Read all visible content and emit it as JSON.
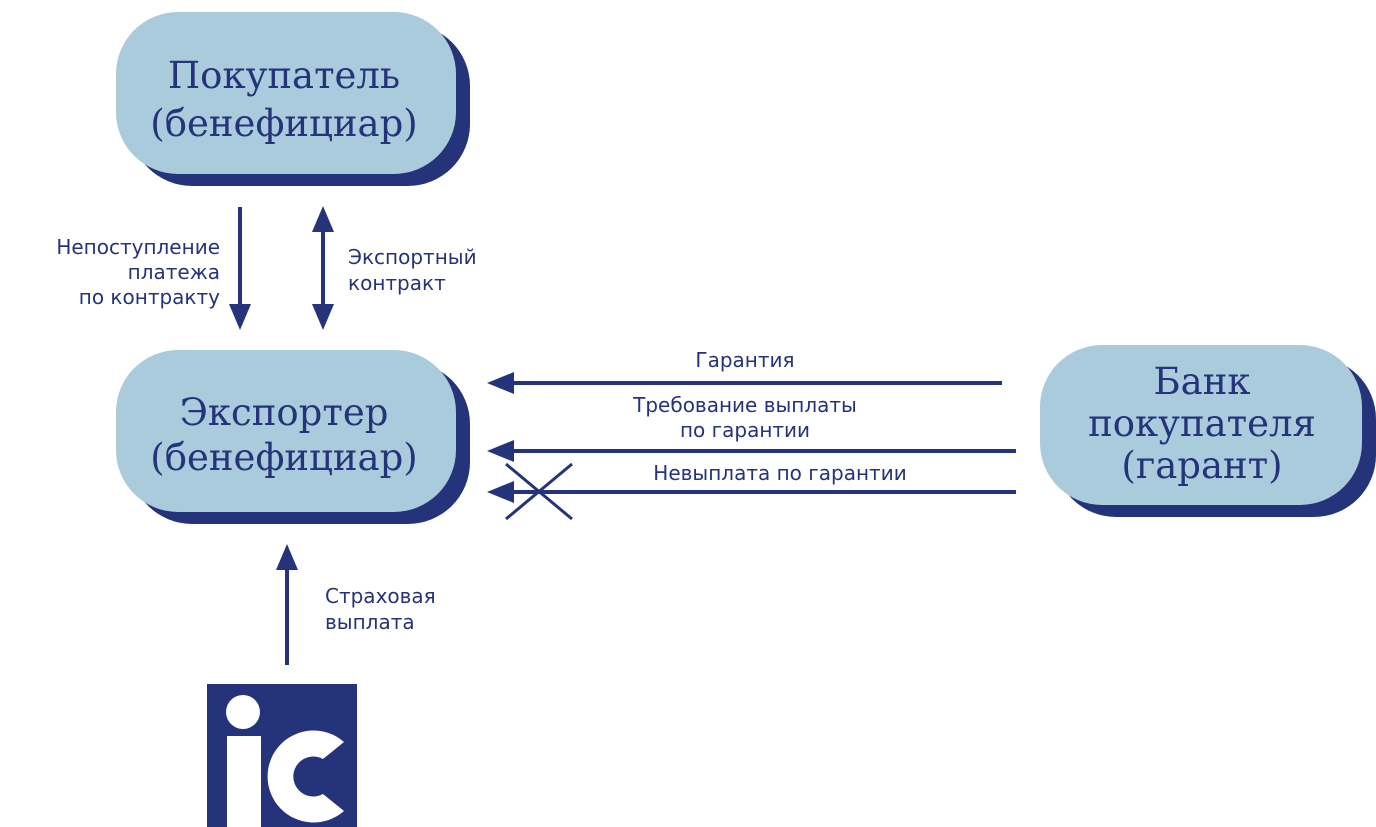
{
  "nodes": {
    "buyer": {
      "line1": "Покупатель",
      "line2": "(бенефициар)"
    },
    "exporter": {
      "line1": "Экспортер",
      "line2": "(бенефициар)"
    },
    "bank": {
      "line1": "Банк",
      "line2": "покупателя",
      "line3": "(гарант)"
    }
  },
  "edges": {
    "non_payment": {
      "line1": "Непоступление",
      "line2": "платежа",
      "line3": "по контракту"
    },
    "export_contract": {
      "line1": "Экспортный",
      "line2": "контракт"
    },
    "guarantee": {
      "line1": "Гарантия"
    },
    "payment_demand": {
      "line1": "Требование выплаты",
      "line2": "по гарантии"
    },
    "guarantee_non_payment": {
      "line1": "Невыплата по гарантии"
    },
    "insurance_payment": {
      "line1": "Страховая",
      "line2": "выплата"
    }
  },
  "logo": {
    "text": "ic"
  },
  "colors": {
    "primary": "#25337a",
    "node_fill": "#a9cbdc",
    "background": "#ffffff"
  }
}
